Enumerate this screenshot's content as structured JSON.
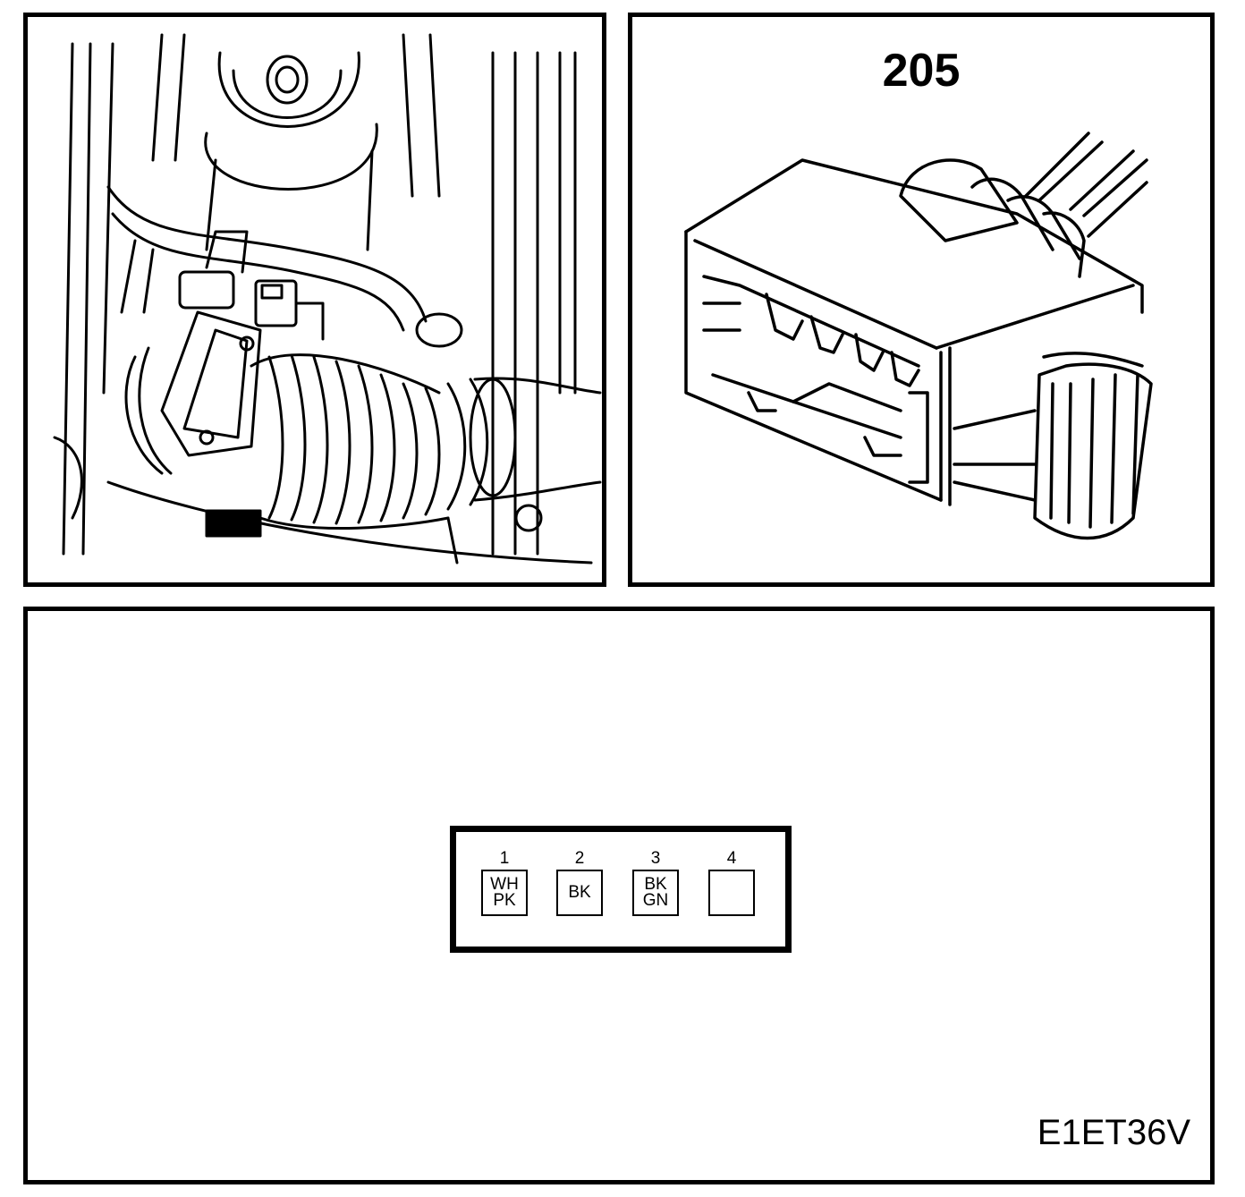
{
  "connector": {
    "title": "205"
  },
  "pinout": {
    "pins": [
      {
        "number": "1",
        "color_line1": "WH",
        "color_line2": "PK"
      },
      {
        "number": "2",
        "color_line1": "BK",
        "color_line2": ""
      },
      {
        "number": "3",
        "color_line1": "BK",
        "color_line2": "GN"
      },
      {
        "number": "4",
        "color_line1": "",
        "color_line2": ""
      }
    ]
  },
  "figure_code": "E1ET36V"
}
